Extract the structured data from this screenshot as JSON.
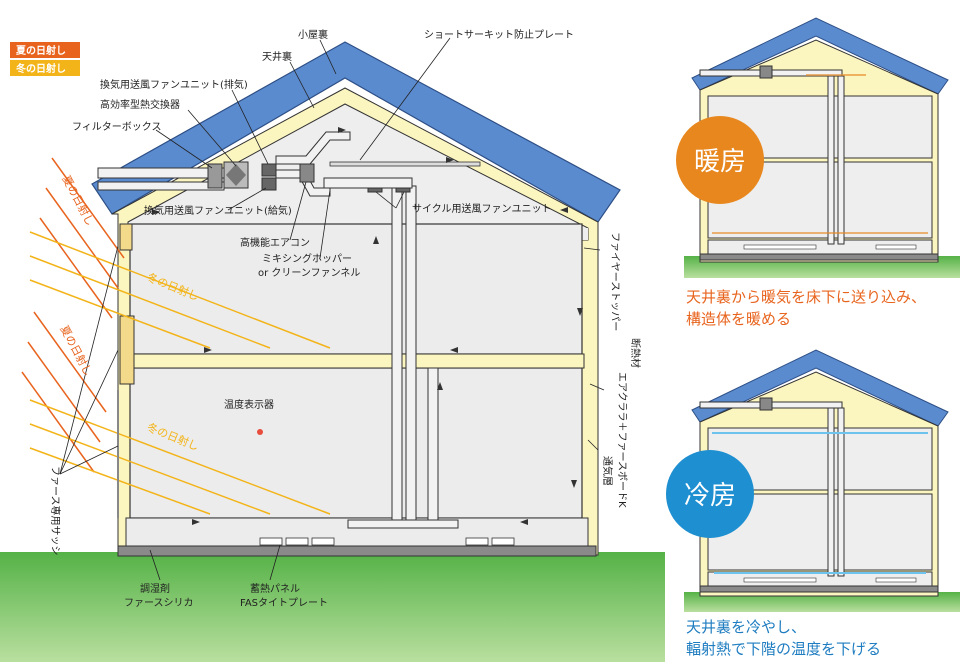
{
  "legend": {
    "summer": "夏の日射し",
    "winter": "冬の日射し",
    "summer_color": "#e8641e",
    "winter_color": "#f3b419"
  },
  "labels": {
    "koyaura": "小屋裏",
    "tenjoura": "天井裏",
    "short_circuit": "ショートサーキット防止プレート",
    "exhaust_fan": "換気用送風ファンユニット(排気)",
    "heat_exchanger": "高効率型熱交換器",
    "filter_box": "フィルターボックス",
    "supply_fan": "換気用送風ファンユニット(給気)",
    "cycle_fan": "サイクル用送風ファンユニット",
    "aircon": "高機能エアコン",
    "mixing_hopper": "ミキシングホッパー",
    "clean_funnel": "or クリーンファンネル",
    "fire_stopper": "ファイヤーストッパー",
    "insulation": "断熱材",
    "insulation_board": "エアクララ＋ファースボードK",
    "air_layer": "通気層",
    "temp_display": "温度表示器",
    "sash": "ファース専用サッシ",
    "humidity_agent": "調湿剤",
    "furth_silica": "ファースシリカ",
    "heat_panel": "蓄熱パネル",
    "fas_plate": "FASタイトプレート"
  },
  "sun_labels": {
    "summer_upper": "夏の日射し",
    "winter_upper": "冬の日射し",
    "summer_lower": "夏の日射し",
    "winter_lower": "冬の日射し"
  },
  "panels": {
    "heating": {
      "badge": "暖房",
      "badge_color": "#e8871e",
      "caption_line1": "天井裏から暖気を床下に送り込み、",
      "caption_line2": "構造体を暖める",
      "caption_color": "#e8641e"
    },
    "cooling": {
      "badge": "冷房",
      "badge_color": "#1e8fd0",
      "caption_line1": "天井裏を冷やし、",
      "caption_line2": "輻射熱で下階の温度を下げる",
      "caption_color": "#1e7cc0"
    }
  },
  "colors": {
    "roof": "#5b8bcf",
    "insulation": "#fbf5c0",
    "ground": "#55b247",
    "room": "#ececec"
  }
}
